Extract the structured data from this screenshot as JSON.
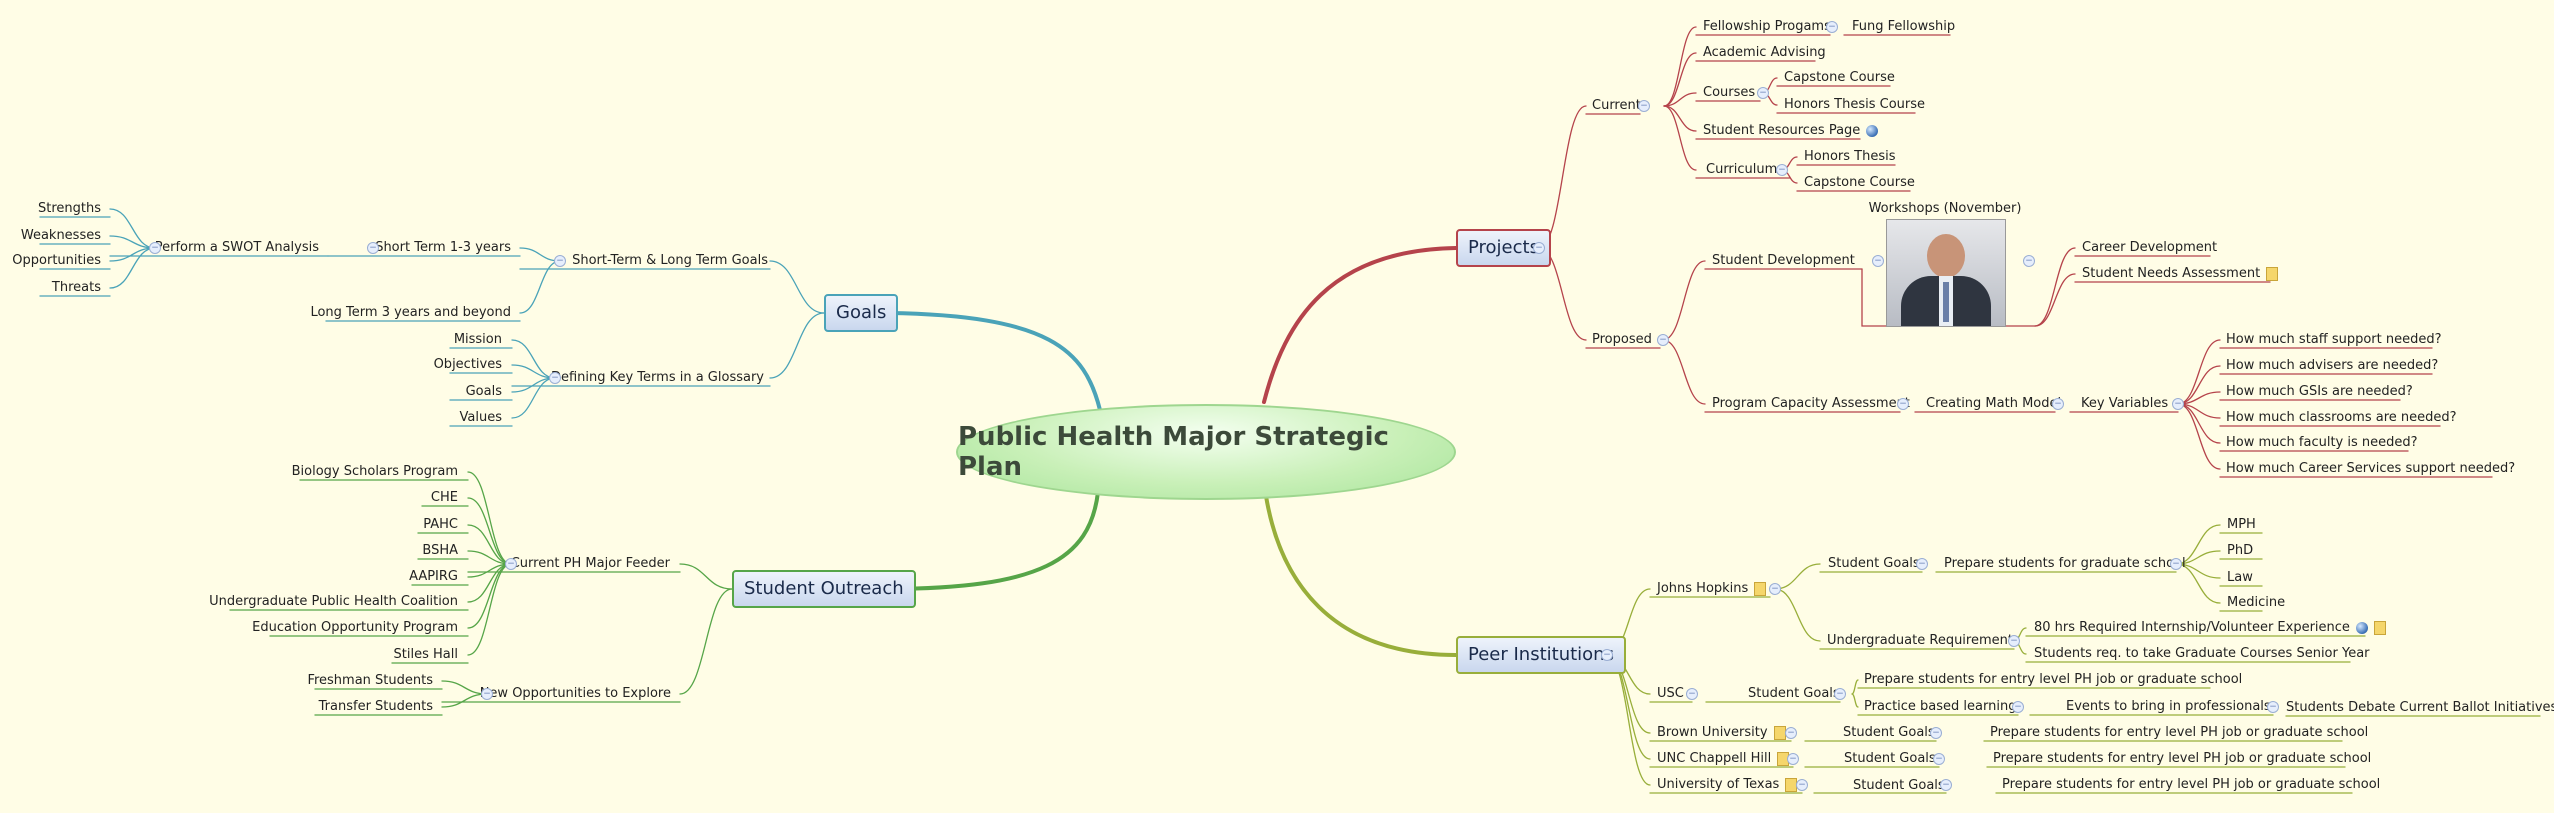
{
  "map": {
    "central": "Public Health Major Strategic Plan",
    "colors": {
      "goals": "#4aa3b8",
      "outreach": "#56a548",
      "projects": "#b5434b",
      "peer": "#98ae3a"
    },
    "goals": {
      "title": "Goals",
      "short_long": "Short-Term & Long Term Goals",
      "short_term": "Short Term 1-3 years",
      "swot": "Perform a SWOT Analysis",
      "swot_items": [
        "Strengths",
        "Weaknesses",
        "Opportunities",
        "Threats"
      ],
      "long_term": "Long Term 3 years and beyond",
      "glossary": "Defining Key Terms in a Glossary",
      "glossary_items": [
        "Mission",
        "Objectives",
        "Goals",
        "Values"
      ]
    },
    "outreach": {
      "title": "Student Outreach",
      "feeder": "Current PH Major Feeder",
      "feeder_items": [
        "Biology Scholars Program",
        "CHE",
        "PAHC",
        "BSHA",
        "AAPIRG",
        "Undergraduate Public Health Coalition",
        "Education Opportunity Program",
        "Stiles Hall"
      ],
      "new_opps": "New Opportunities to Explore",
      "new_items": [
        "Freshman Students",
        "Transfer Students"
      ]
    },
    "projects": {
      "title": "Projects",
      "current": "Current",
      "fellowship": "Fellowship Progams",
      "fung": "Fung Fellowship",
      "advising": "Academic Advising",
      "courses": "Courses",
      "courses_items": [
        "Capstone Course",
        "Honors Thesis Course"
      ],
      "resources": "Student Resources Page",
      "curriculum": "Curriculum",
      "curriculum_items": [
        "Honors Thesis",
        "Capstone Course"
      ],
      "proposed": "Proposed",
      "student_dev": "Student Development",
      "workshops": "Workshops (November)",
      "workshop_items": [
        "Career Development",
        "Student Needs Assessment"
      ],
      "capacity": "Program Capacity Assessment",
      "math_model": "Creating Math Model",
      "key_vars": "Key Variables",
      "key_var_items": [
        "How much staff support needed?",
        "How much advisers are needed?",
        "How much GSIs are needed?",
        "How much classrooms are needed?",
        "How much faculty is needed?",
        "How much Career Services support needed?"
      ]
    },
    "peer": {
      "title": "Peer Institutions",
      "jh": "Johns Hopkins",
      "jh_goals": "Student Goals",
      "jh_prepare": "Prepare students for graduate school",
      "jh_prepare_items": [
        "MPH",
        "PhD",
        "Law",
        "Medicine"
      ],
      "jh_req": "Undergraduate Requirements",
      "jh_req_items": [
        "80 hrs Required Internship/Volunteer Experience",
        "Students req. to take Graduate Courses Senior Year"
      ],
      "usc": "USC",
      "usc_goals": "Student Goals",
      "usc_prepare": "Prepare students for entry level PH job or graduate school",
      "usc_practice": "Practice based learning",
      "usc_events": "Events to bring in professionals",
      "usc_debate": "Students Debate Current Ballot Initiatives",
      "brown": "Brown University",
      "unc": "UNC Chappell Hill",
      "texas": "University of Texas",
      "other_goals": "Student Goals",
      "other_prepare": "Prepare students for entry level PH job or graduate school"
    }
  }
}
